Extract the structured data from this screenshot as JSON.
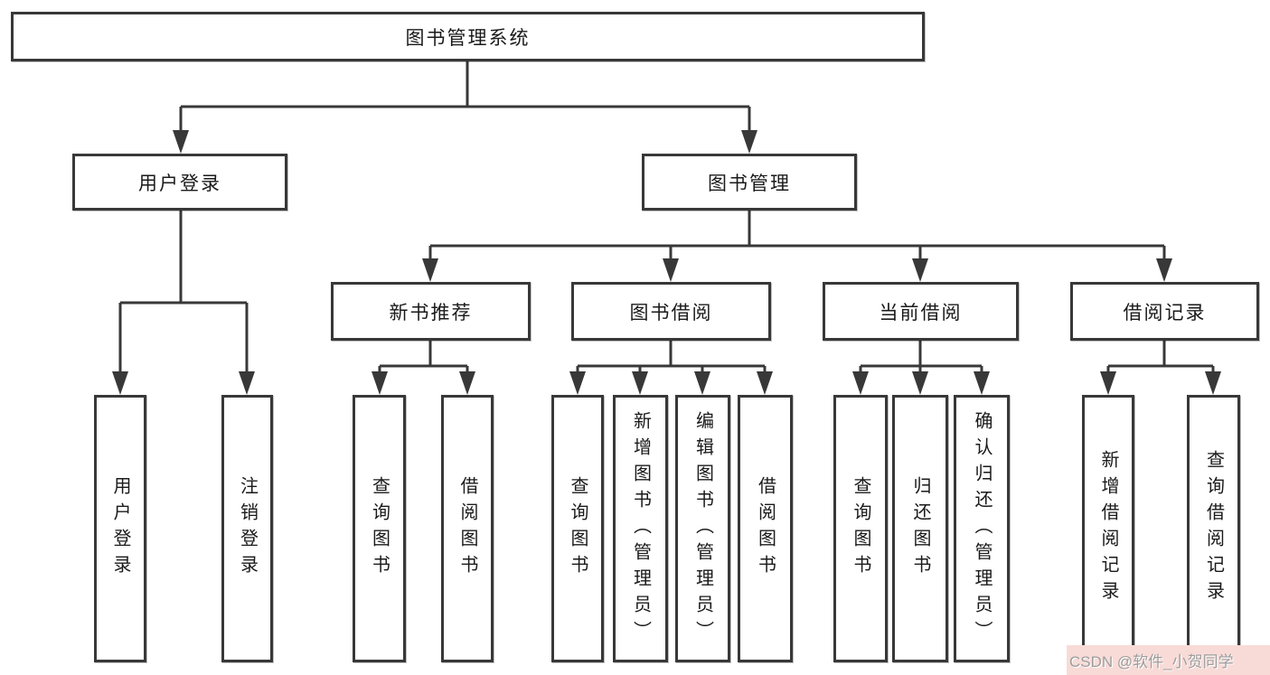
{
  "diagram": {
    "root": "图书管理系统",
    "level2": {
      "user_login": "用户登录",
      "book_mgmt": "图书管理"
    },
    "level3": {
      "new_book_rec": "新书推荐",
      "book_borrow": "图书借阅",
      "current_borrow": "当前借阅",
      "borrow_records": "借阅记录"
    },
    "leaves": {
      "user_login": "用户登录",
      "logout": "注销登录",
      "query_book_1": "查询图书",
      "borrow_book_1": "借阅图书",
      "query_book_2": "查询图书",
      "add_book": "新增图书（管理员）",
      "edit_book": "编辑图书（管理员）",
      "borrow_book_2": "借阅图书",
      "query_book_3": "查询图书",
      "return_book": "归还图书",
      "confirm_return": "确认归还（管理员）",
      "add_borrow_record": "新增借阅记录",
      "query_borrow_record": "查询借阅记录"
    }
  },
  "watermark": "CSDN @软件_小贺同学",
  "colors": {
    "line": "#383838",
    "box_background": "#ffffff",
    "text": "#1a1a1a",
    "watermark_text": "#9c9c9c",
    "watermark_background": "#f8dbd7"
  }
}
